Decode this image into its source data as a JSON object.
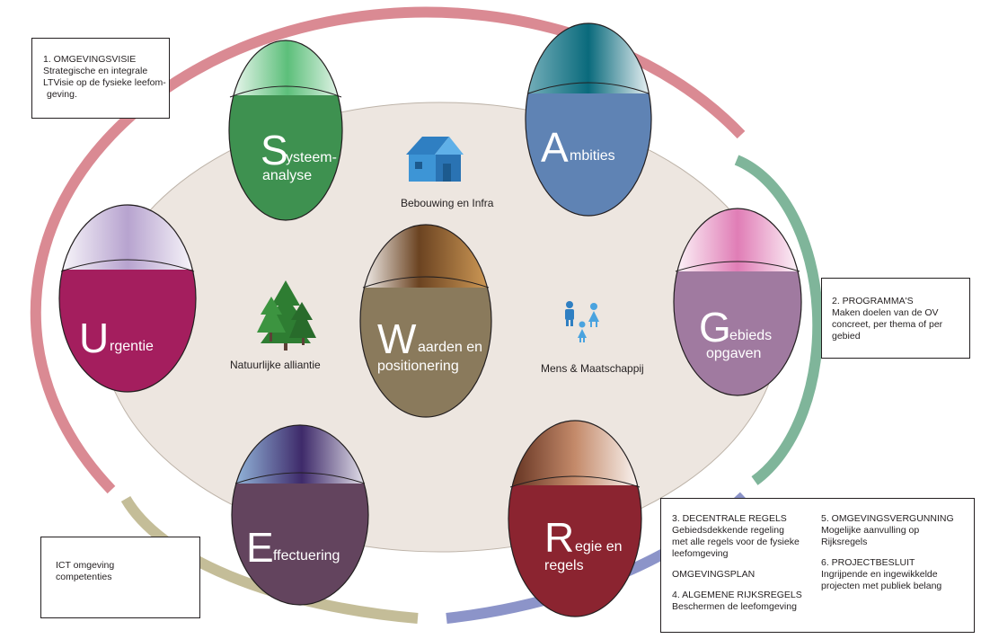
{
  "eggs": {
    "systeem": {
      "big": "S",
      "line1": "ysteem-",
      "line2": "analyse"
    },
    "ambities": {
      "big": "A",
      "line1": "mbities"
    },
    "urgentie": {
      "big": "U",
      "line1": "rgentie"
    },
    "waarden": {
      "big": "W",
      "line1": "aarden en",
      "line2": "positionering"
    },
    "gebieds": {
      "big": "G",
      "line1": "ebieds",
      "line2": "opgaven"
    },
    "effectuering": {
      "big": "E",
      "line1": "ffectuering"
    },
    "regie": {
      "big": "R",
      "line1": "egie en",
      "line2": "regels"
    }
  },
  "center_labels": {
    "bebouwing": "Bebouwing en Infra",
    "natuur": "Natuurlijke alliantie",
    "mens": "Mens & Maatschappij"
  },
  "boxes": {
    "omgevingsvisie": {
      "title": "1. OMGEVINGSVISIE",
      "lines": [
        "Strategische en integrale",
        "LTVisie op de fysieke leefom-",
        "geving."
      ]
    },
    "programma": {
      "title": "2. PROGRAMMA'S",
      "lines": [
        "Maken doelen van de OV",
        "concreet, per thema of per",
        "gebied"
      ]
    },
    "ict": {
      "lines": [
        "ICT omgeving",
        "competenties"
      ]
    },
    "regels": {
      "decentraal_title": "3. DECENTRALE REGELS",
      "decentraal_lines": [
        "Gebiedsdekkende regeling",
        "met alle regels voor de fysieke",
        "leefomgeving"
      ],
      "omgevingsplan": "OMGEVINGSPLAN",
      "algemeen_title": "4. ALGEMENE RIJKSREGELS",
      "algemeen_line": "Beschermen de leefomgeving",
      "vergunning_title": "5. OMGEVINGSVERGUNNING",
      "vergunning_lines": [
        "Mogelijke aanvulling op",
        "Rijksregels"
      ],
      "projectbesluit_title": "6. PROJECTBESLUIT",
      "projectbesluit_lines": [
        "Ingrijpende en ingewikkelde",
        "projecten met publiek belang"
      ]
    }
  },
  "colors": {
    "systeem": "#3e9150",
    "ambities": "#5f83b4",
    "urgentie": "#a41e5e",
    "waarden": "#8a7a5c",
    "gebieds": "#a07aa0",
    "effectuering": "#63445e",
    "regie": "#8b2430",
    "arc_red": "#da8a93",
    "arc_green": "#7fb59a",
    "arc_blue": "#8c94c9",
    "arc_olive": "#c4bd98",
    "ellipse": "#ede6e0"
  }
}
